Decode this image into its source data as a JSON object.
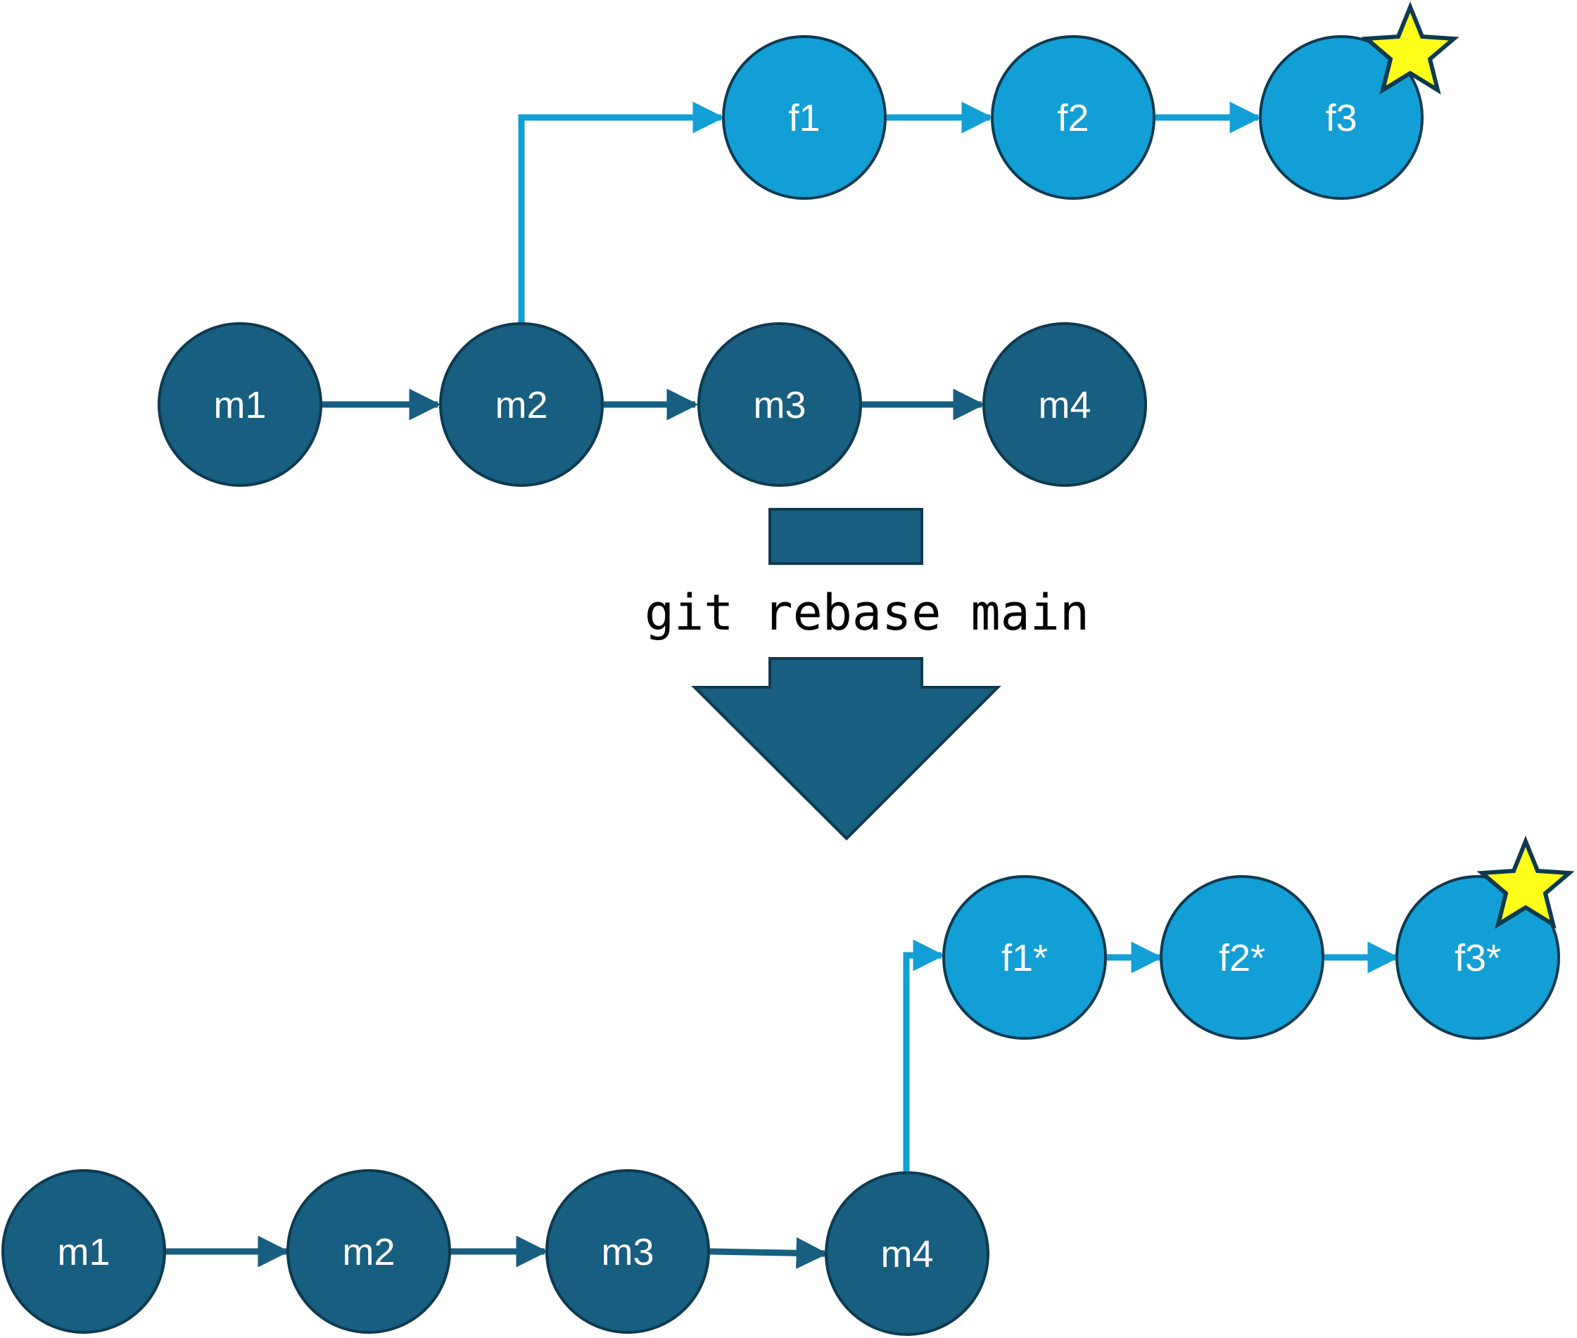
{
  "diagram": {
    "command": "git rebase main",
    "colors": {
      "main": "#175e80",
      "feature": "#129fd6",
      "outline": "#0e3a50",
      "star": "#ffff1a"
    },
    "before": {
      "main_commits": [
        "m1",
        "m2",
        "m3",
        "m4"
      ],
      "feature_commits": [
        "f1",
        "f2",
        "f3"
      ],
      "feature_branches_from": "m2",
      "head": "f3"
    },
    "after": {
      "main_commits": [
        "m1",
        "m2",
        "m3",
        "m4"
      ],
      "feature_commits": [
        "f1*",
        "f2*",
        "f3*"
      ],
      "feature_branches_from": "m4",
      "head": "f3*"
    },
    "icons": {
      "head_marker": "star-icon",
      "transition": "down-arrow-icon"
    }
  }
}
